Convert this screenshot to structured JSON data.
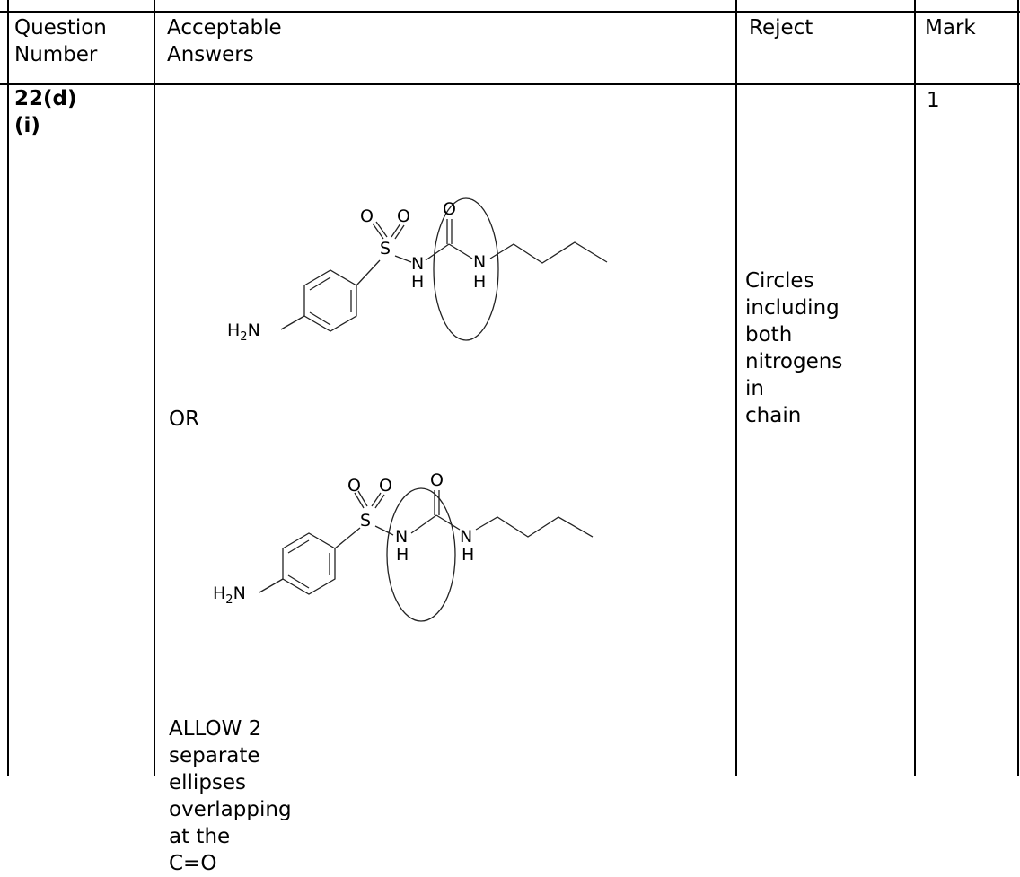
{
  "table": {
    "headers": {
      "question_number_1": "Question",
      "question_number_2": "Number",
      "acceptable_answers": "Acceptable Answers",
      "reject": "Reject",
      "mark": "Mark"
    },
    "row": {
      "question_number": "22(d)(i)",
      "or_text": "OR",
      "allow_text_1": "ALLOW 2 separate ellipses overlapping at the",
      "allow_text_2": "C=O",
      "reject_lines": [
        " Circles",
        "including both",
        "nitrogens in",
        "chain"
      ],
      "mark": "1"
    }
  },
  "molecule": {
    "atom_labels": {
      "sulfur": "S",
      "oxygen": "O",
      "nitrogen": "N",
      "hydrogen": "H",
      "amine_h": "H",
      "amine_sub": "2",
      "amine_n": "N"
    }
  }
}
